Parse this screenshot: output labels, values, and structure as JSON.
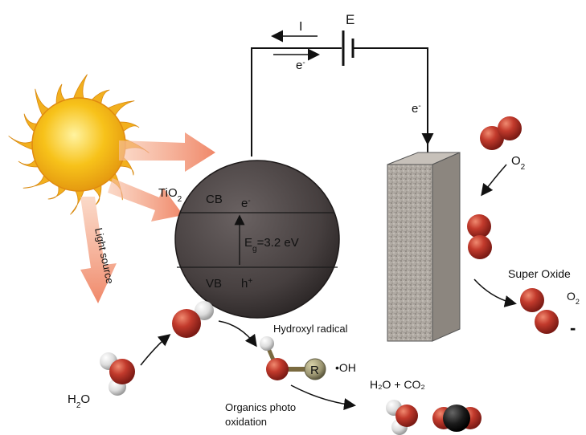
{
  "circuit": {
    "current_label": "I",
    "electron_label": "e",
    "electron_sup": "-",
    "voltage_label": "E",
    "electron_down_label": "e",
    "electron_down_sup": "-"
  },
  "semiconductor": {
    "name": "TiO",
    "name_sub": "2",
    "cb_label": "CB",
    "cb_electron": "e",
    "cb_electron_sup": "-",
    "vb_label": "VB",
    "vb_hole": "h",
    "vb_hole_sup": "+",
    "bandgap_prefix": "E",
    "bandgap_sub": "g",
    "bandgap_value": "=3.2 eV"
  },
  "light": {
    "source_label": "Light source"
  },
  "species": {
    "o2_label": "O",
    "o2_sub": "2",
    "superoxide_label": "Super Oxide",
    "superoxide_formula": "O",
    "superoxide_sub": "2",
    "superoxide_charge": "-",
    "hydroxyl_label": "Hydroxyl radical",
    "r_label": "R",
    "oh_radical_label": "•OH",
    "water_label": "H",
    "water_sub": "2",
    "water_suffix": "O",
    "products_label": "H₂O + CO₂",
    "organics_line1": "Organics photo",
    "organics_line2": "oxidation"
  },
  "colors": {
    "sun_core": "#f7c21a",
    "sun_ray": "#f2b01e",
    "light_arrow": "#f08a6a",
    "sphere": "#4a4343",
    "oxygen_atom": "#b8322a",
    "hydrogen_atom": "#e8e8e8",
    "carbon_atom": "#1a1a1a",
    "electrode": "#a8a29c"
  }
}
